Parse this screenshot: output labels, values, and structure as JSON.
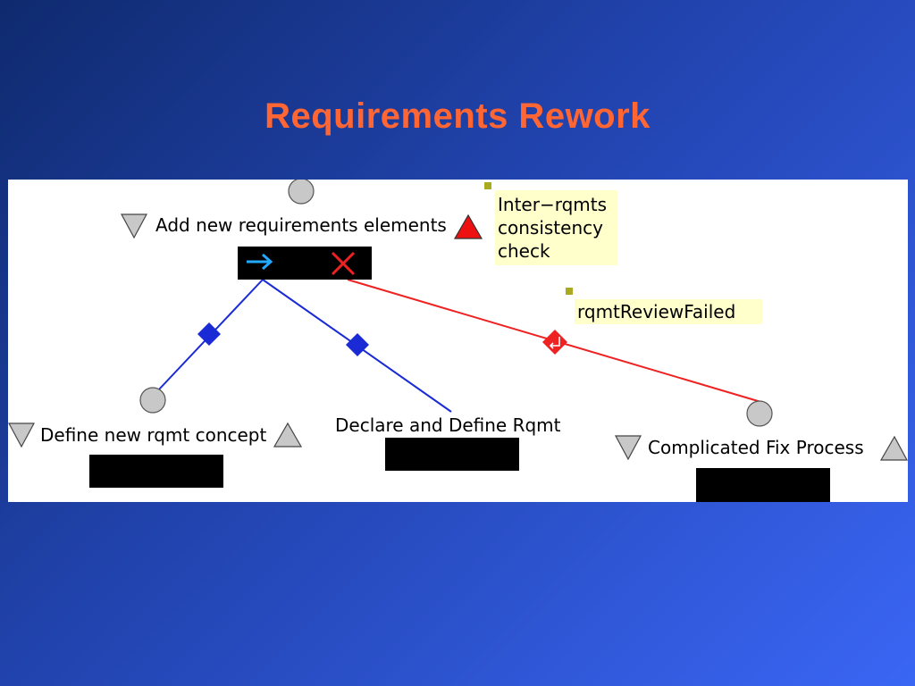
{
  "slide": {
    "title": "Requirements Rework"
  },
  "diagram": {
    "steps": {
      "add_elements": "Add new requirements elements",
      "define_concept": "Define new rqmt concept",
      "declare_define": "Declare and Define Rqmt",
      "complicated_fix": "Complicated Fix Process"
    },
    "notes": {
      "consistency_check": [
        "Inter−rqmts",
        "consistency",
        "check"
      ],
      "review_failed": "rqmtReviewFailed"
    },
    "colors": {
      "title": "#ff6633",
      "normal_edge": "#1a2bd6",
      "fail_edge": "#ee2222",
      "node": "#c8c8c8",
      "note_bg": "#ffffcc",
      "arrow_icon": "#22aaff"
    },
    "icons": [
      "arrow-right-icon",
      "x-mark-icon",
      "return-icon",
      "triangle-down-icon",
      "triangle-up-icon"
    ]
  }
}
